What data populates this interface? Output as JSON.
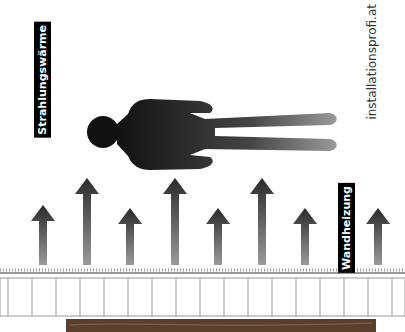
{
  "diagram": {
    "nodes": [
      {
        "text": [
          "Strahlungswärme"
        ]
      },
      {
        "text": [
          "Wandheizung"
        ]
      }
    ],
    "labels": [
      "installationsprofi.at"
    ]
  }
}
